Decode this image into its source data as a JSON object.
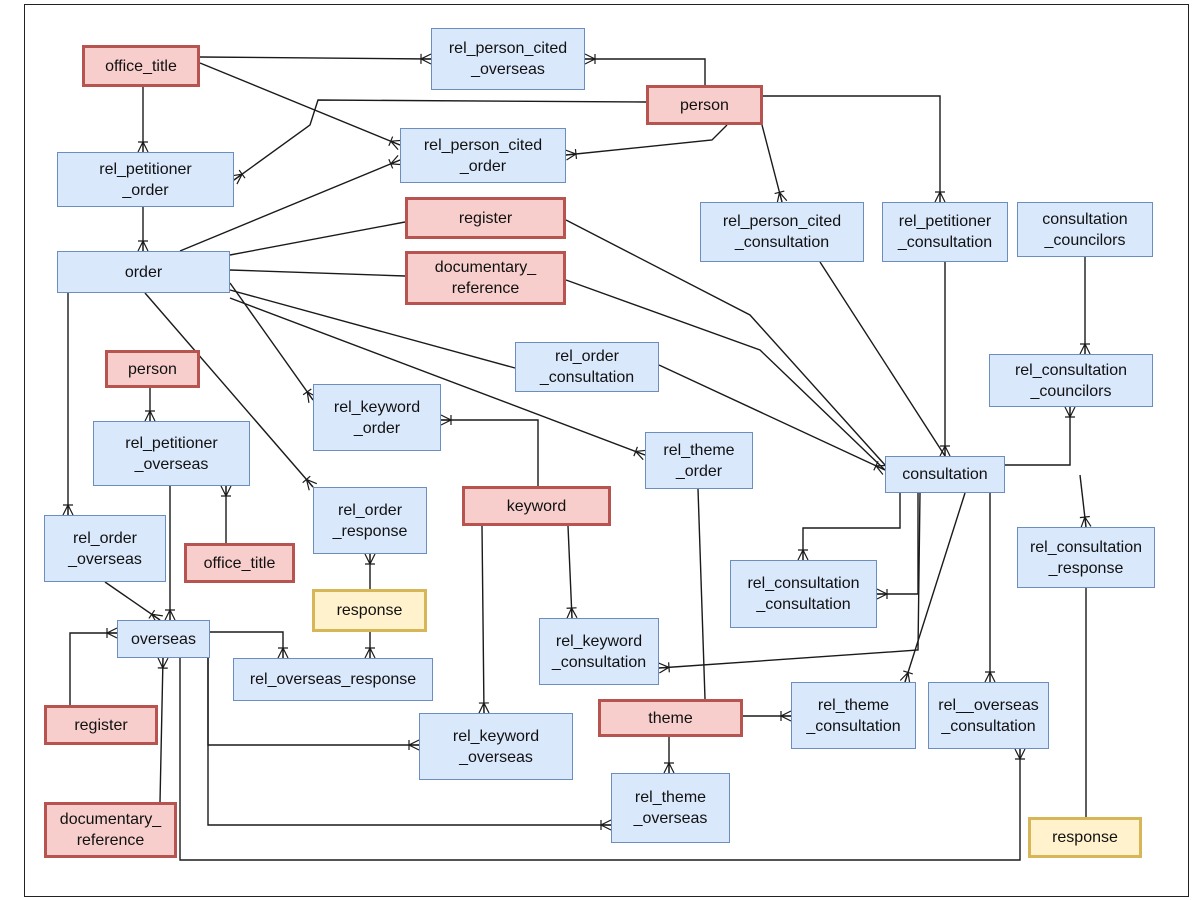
{
  "nodes": {
    "office_title_top": "office_title",
    "rel_person_cited_overseas": "rel_person_cited\n_overseas",
    "person_top": "person",
    "rel_person_cited_order": "rel_person_cited\n_order",
    "rel_petitioner_order": "rel_petitioner\n_order",
    "register_top": "register",
    "rel_person_cited_consultation": "rel_person_cited\n_consultation",
    "rel_petitioner_consultation": "rel_petitioner\n_consultation",
    "consultation_councilors": "consultation\n_councilors",
    "order": "order",
    "documentary_reference_top": "documentary_\nreference",
    "rel_order_consultation": "rel_order\n_consultation",
    "rel_consultation_councilors": "rel_consultation\n_councilors",
    "person_mid": "person",
    "rel_keyword_order": "rel_keyword\n_order",
    "rel_petitioner_overseas": "rel_petitioner\n_overseas",
    "rel_theme_order": "rel_theme\n_order",
    "consultation": "consultation",
    "rel_order_response": "rel_order\n_response",
    "keyword": "keyword",
    "rel_order_overseas": "rel_order\n_overseas",
    "office_title_mid": "office_title",
    "rel_consultation_consultation": "rel_consultation\n_consultation",
    "rel_consultation_response": "rel_consultation\n_response",
    "response_mid": "response",
    "rel_keyword_consultation": "rel_keyword\n_consultation",
    "overseas": "overseas",
    "rel_overseas_response": "rel_overseas_response",
    "theme": "theme",
    "rel_theme_consultation": "rel_theme\n_consultation",
    "rel_overseas_consultation": "rel__overseas\n_consultation",
    "register_bottom": "register",
    "rel_keyword_overseas": "rel_keyword\n_overseas",
    "rel_theme_overseas": "rel_theme\n_overseas",
    "documentary_reference_bottom": "documentary_\nreference",
    "response_bottom": "response"
  },
  "colors": {
    "entity_fill": "#dae8fc",
    "entity_border": "#6c8ebf",
    "reference_fill": "#f8cecc",
    "reference_border": "#b85450",
    "response_fill": "#fff2cc",
    "response_border": "#d6b656",
    "line": "#1a1a1a"
  }
}
